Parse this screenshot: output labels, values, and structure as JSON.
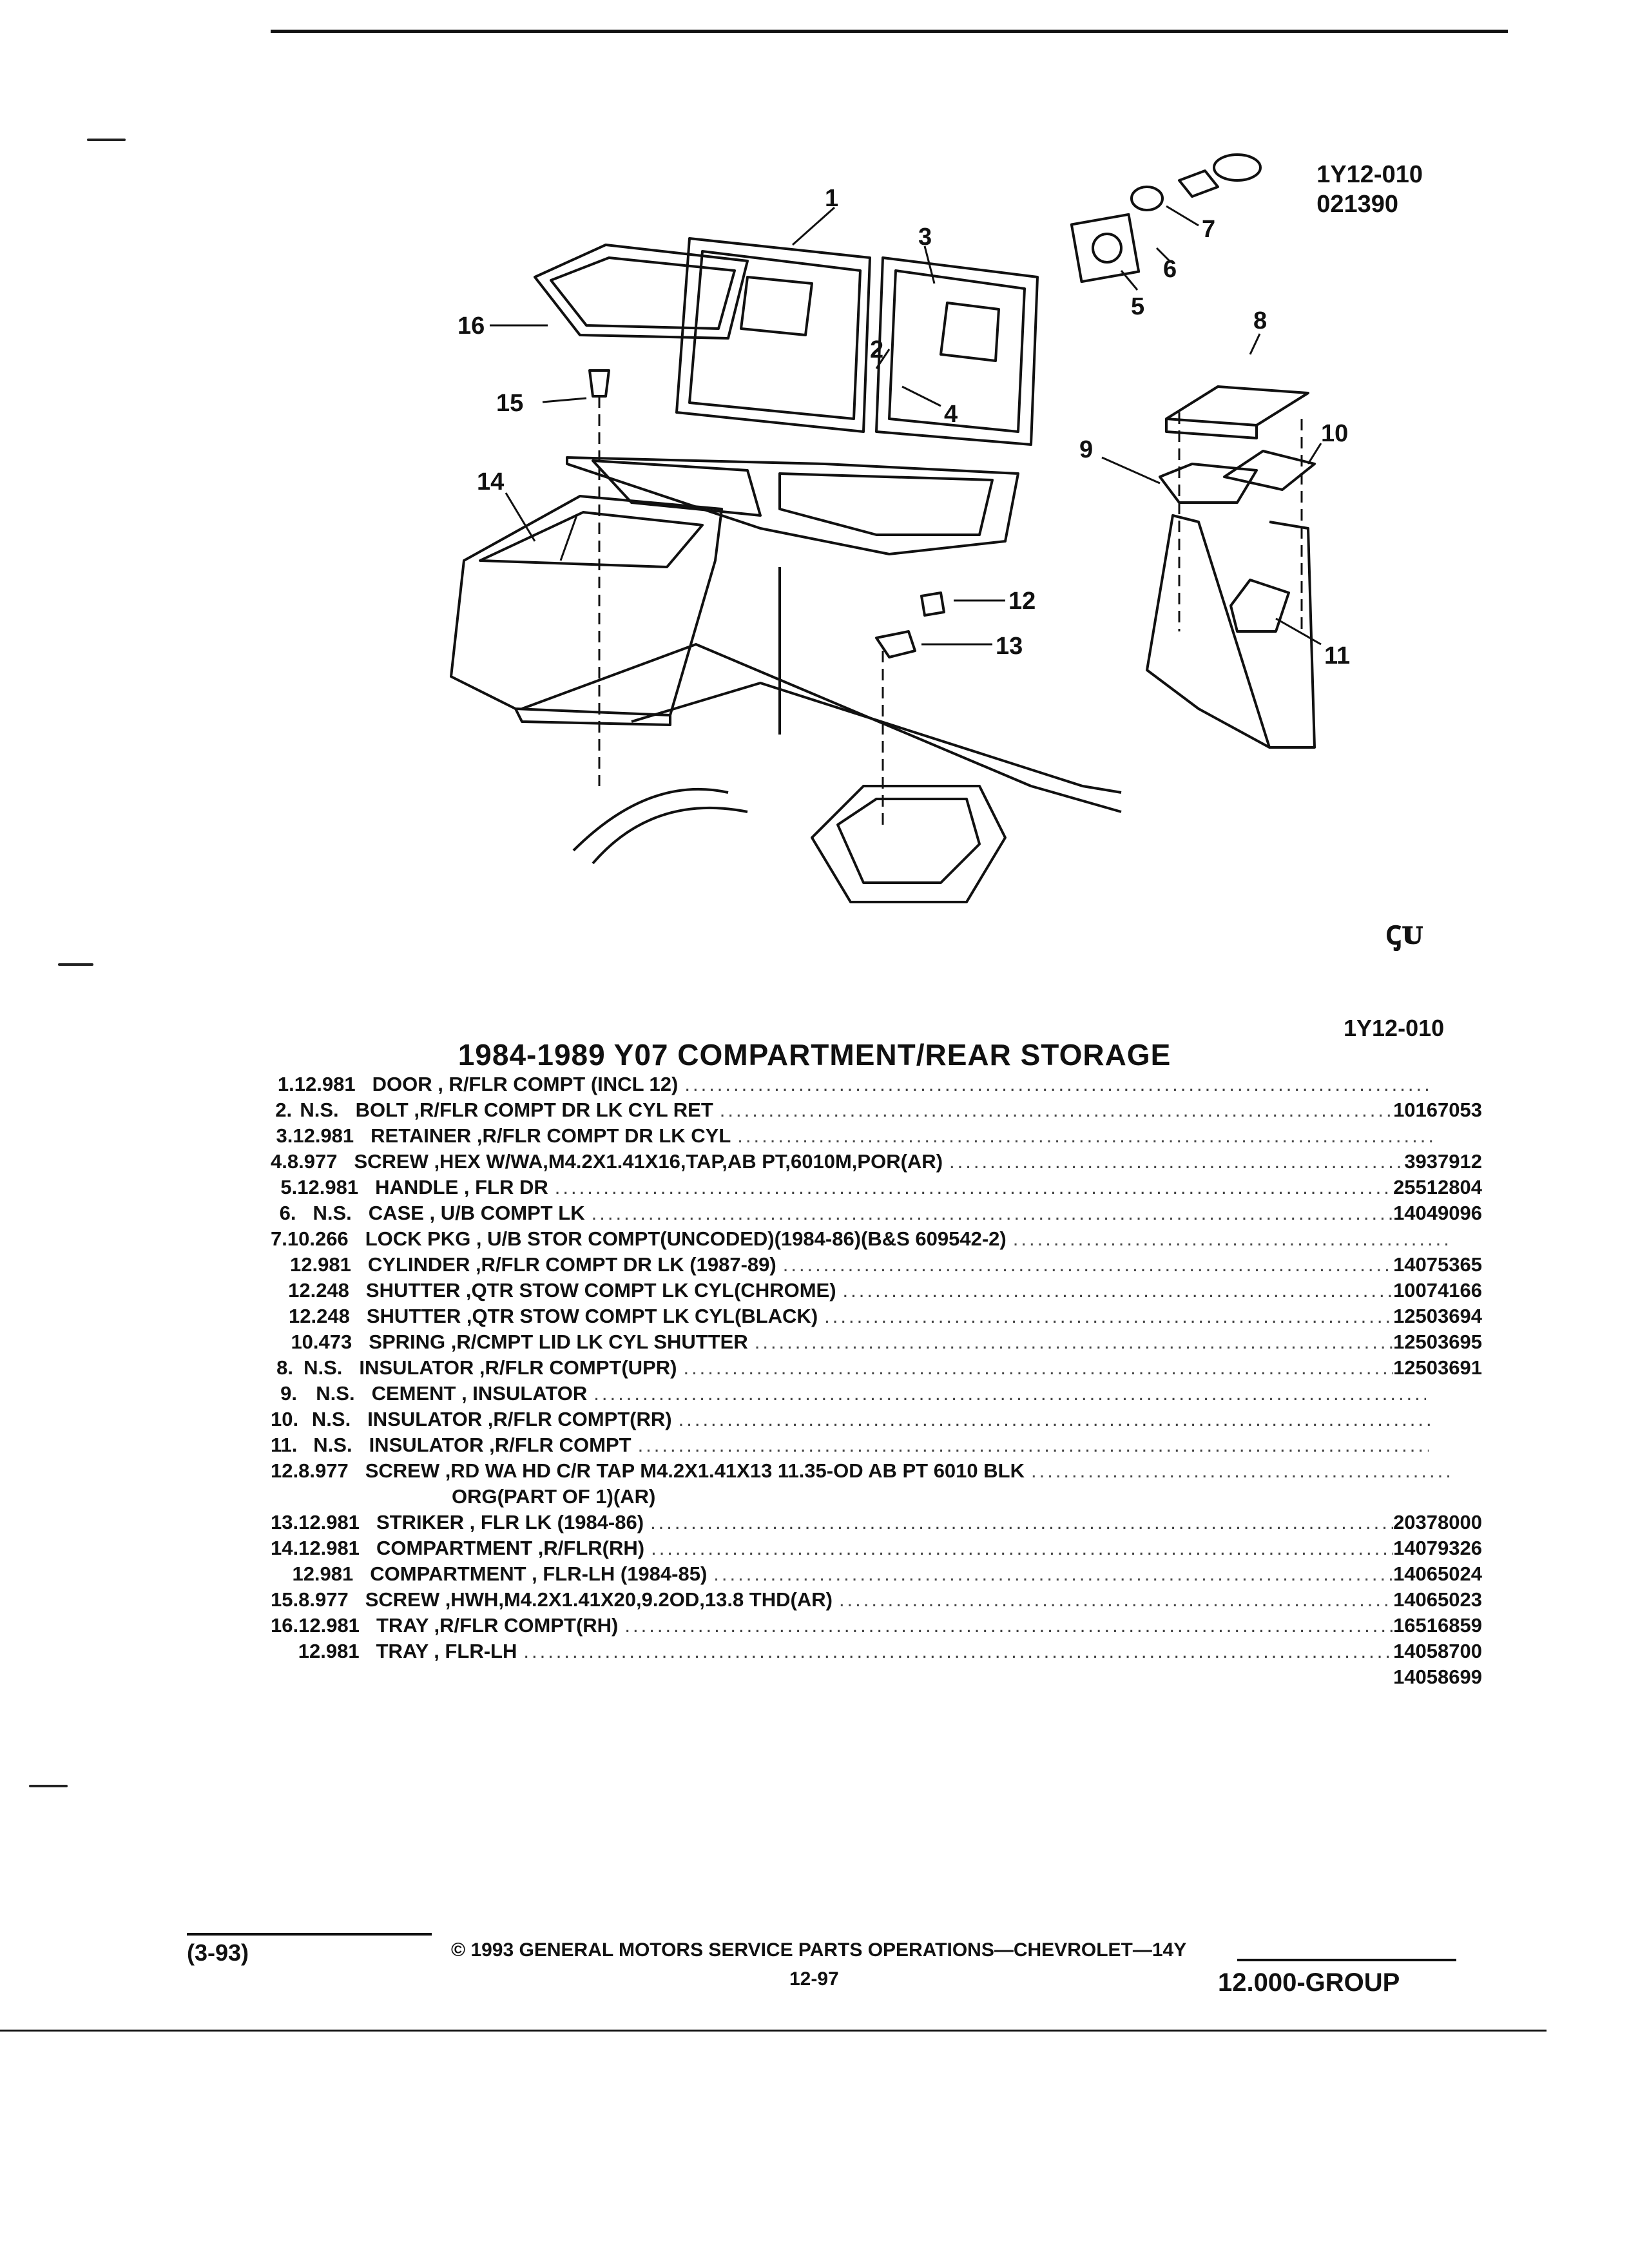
{
  "header": {
    "figure_code": "1Y12-010",
    "figure_date": "021390"
  },
  "logo_text": "ꞔᴜ",
  "figure_code_repeat": "1Y12-010",
  "title": "1984-1989 Y07 COMPARTMENT/REAR STORAGE",
  "callouts": [
    "1",
    "2",
    "3",
    "4",
    "5",
    "6",
    "7",
    "8",
    "9",
    "10",
    "11",
    "12",
    "13",
    "14",
    "15",
    "16"
  ],
  "parts": [
    {
      "ref": "1.",
      "group": "12.981",
      "desc": "DOOR , R/FLR COMPT (INCL 12)",
      "part": ""
    },
    {
      "ref": "2.",
      "group": "N.S.",
      "desc": "BOLT ,R/FLR COMPT DR LK CYL RET",
      "part": "10167053"
    },
    {
      "ref": "3.",
      "group": "12.981",
      "desc": "RETAINER ,R/FLR COMPT DR LK CYL",
      "part": ""
    },
    {
      "ref": "4.",
      "group": "8.977",
      "desc": "SCREW ,HEX W/WA,M4.2X1.41X16,TAP,AB PT,6010M,POR(AR)",
      "part": "3937912"
    },
    {
      "ref": "5.",
      "group": "12.981",
      "desc": "HANDLE , FLR DR",
      "part": "25512804"
    },
    {
      "ref": "6.",
      "group": "N.S.",
      "desc": "CASE , U/B COMPT LK",
      "part": "14049096"
    },
    {
      "ref": "7.",
      "group": "10.266",
      "desc": "LOCK PKG , U/B STOR COMPT(UNCODED)(1984-86)(B&S 609542-2)",
      "part": ""
    },
    {
      "ref": "",
      "group": "12.981",
      "desc": "CYLINDER ,R/FLR COMPT DR LK (1987-89)",
      "part": "14075365"
    },
    {
      "ref": "",
      "group": "12.248",
      "desc": "SHUTTER ,QTR STOW COMPT LK CYL(CHROME)",
      "part": "10074166"
    },
    {
      "ref": "",
      "group": "12.248",
      "desc": "SHUTTER ,QTR STOW COMPT LK CYL(BLACK)",
      "part": "12503694"
    },
    {
      "ref": "",
      "group": "10.473",
      "desc": "SPRING ,R/CMPT LID LK CYL SHUTTER",
      "part": "12503695"
    },
    {
      "ref": "8.",
      "group": "N.S.",
      "desc": "INSULATOR ,R/FLR COMPT(UPR)",
      "part": "12503691"
    },
    {
      "ref": "9.",
      "group": "N.S.",
      "desc": "CEMENT , INSULATOR",
      "part": ""
    },
    {
      "ref": "10.",
      "group": "N.S.",
      "desc": "INSULATOR ,R/FLR COMPT(RR)",
      "part": ""
    },
    {
      "ref": "11.",
      "group": "N.S.",
      "desc": "INSULATOR ,R/FLR COMPT",
      "part": ""
    },
    {
      "ref": "12.",
      "group": "8.977",
      "desc": "SCREW ,RD WA HD C/R TAP M4.2X1.41X13 11.35-OD AB PT 6010 BLK",
      "part": ""
    },
    {
      "ref": "",
      "group": "",
      "desc": "ORG(PART OF 1)(AR)",
      "part": ""
    },
    {
      "ref": "13.",
      "group": "12.981",
      "desc": "STRIKER , FLR LK (1984-86)",
      "part": "20378000"
    },
    {
      "ref": "14.",
      "group": "12.981",
      "desc": "COMPARTMENT ,R/FLR(RH)",
      "part": "14079326"
    },
    {
      "ref": "",
      "group": "12.981",
      "desc": "COMPARTMENT , FLR-LH (1984-85)",
      "part": "14065024"
    },
    {
      "ref": "15.",
      "group": "8.977",
      "desc": "SCREW ,HWH,M4.2X1.41X20,9.2OD,13.8 THD(AR)",
      "part": "14065023"
    },
    {
      "ref": "16.",
      "group": "12.981",
      "desc": "TRAY ,R/FLR COMPT(RH)",
      "part": "16516859"
    },
    {
      "ref": "",
      "group": "12.981",
      "desc": "TRAY , FLR-LH",
      "part": "14058700"
    },
    {
      "ref": "",
      "group": "",
      "desc": "",
      "part": "14058699"
    }
  ],
  "footer": {
    "date": "(3-93)",
    "copyright": "© 1993 GENERAL MOTORS SERVICE PARTS OPERATIONS—CHEVROLET—14Y",
    "page": "12-97",
    "group": "12.000-GROUP"
  }
}
